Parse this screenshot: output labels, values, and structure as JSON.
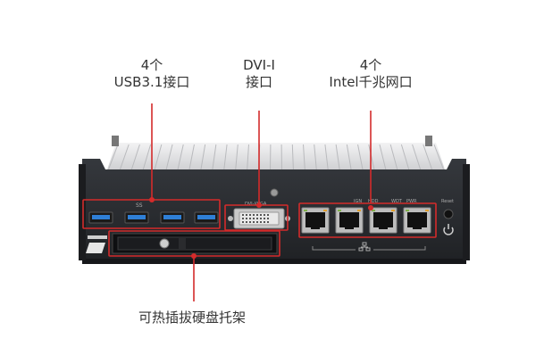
{
  "callouts": {
    "usb": {
      "line1": "4个",
      "line2": "USB3.1接口"
    },
    "dvi": {
      "line1": "DVI-I",
      "line2": "接口"
    },
    "lan": {
      "line1": "4个",
      "line2": "Intel千兆网口"
    },
    "bay": {
      "line1": "可热插拔硬盘托架"
    }
  },
  "device": {
    "usb_label": "SS",
    "dvi_label": "DVI-I/VGA",
    "led_labels": [
      "IGN",
      "HDD",
      "WDT",
      "PWR"
    ],
    "reset_label": "Reset"
  },
  "colors": {
    "callout": "#d42b2b",
    "chassis": "#2a2c30",
    "heatsink": "#dfe0e2",
    "usb_blue": "#2f7fd6"
  }
}
